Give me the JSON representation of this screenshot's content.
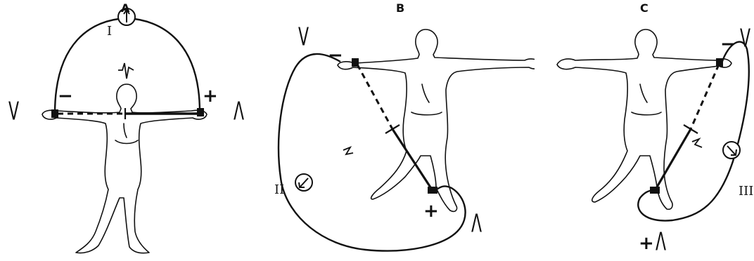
{
  "panels": [
    {
      "label": "A",
      "lead": "I",
      "negative_sign": "−",
      "positive_sign": "+",
      "negative_marker": "V",
      "positive_marker": "Λ"
    },
    {
      "label": "B",
      "lead": "II",
      "negative_sign": "−",
      "positive_sign": "+",
      "negative_marker": "V",
      "positive_marker": "Λ"
    },
    {
      "label": "C",
      "lead": "III",
      "negative_sign": "−",
      "positive_sign": "+",
      "negative_marker": "V",
      "positive_marker": "Λ"
    }
  ],
  "colors": {
    "ink": "#111111",
    "background": "#ffffff"
  },
  "icons": [
    "galvanometer-icon",
    "ecg-waveform-icon",
    "human-figure-outline"
  ]
}
